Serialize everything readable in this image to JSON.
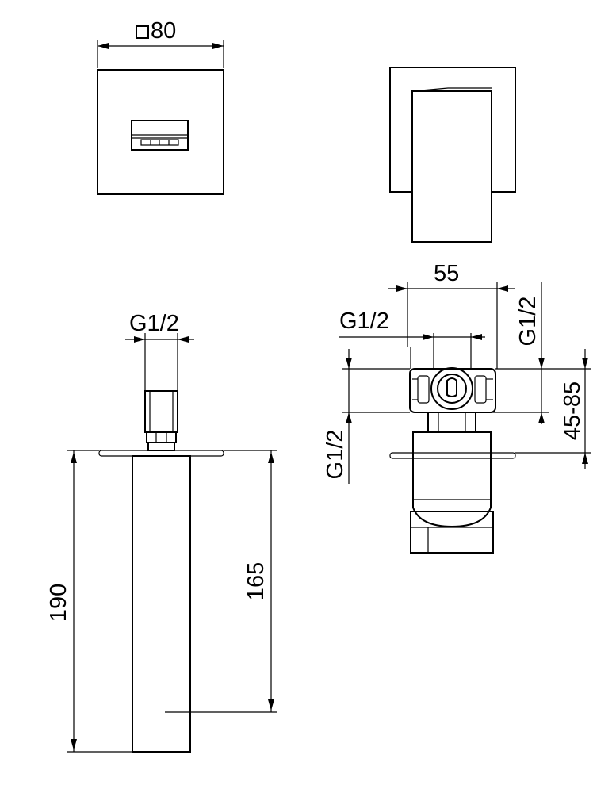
{
  "drawing": {
    "top_view_width": "80",
    "top_view_width_symbol": "□",
    "side_inlet": "G1/2",
    "spout_total_length": "190",
    "spout_projection": "165",
    "valve_body_width": "55",
    "valve_inlet_top": "G1/2",
    "valve_outlet_right": "G1/2",
    "valve_outlet_left": "G1/2",
    "wall_depth_range": "45-85"
  },
  "colors": {
    "line": "#000000",
    "background": "#ffffff"
  }
}
